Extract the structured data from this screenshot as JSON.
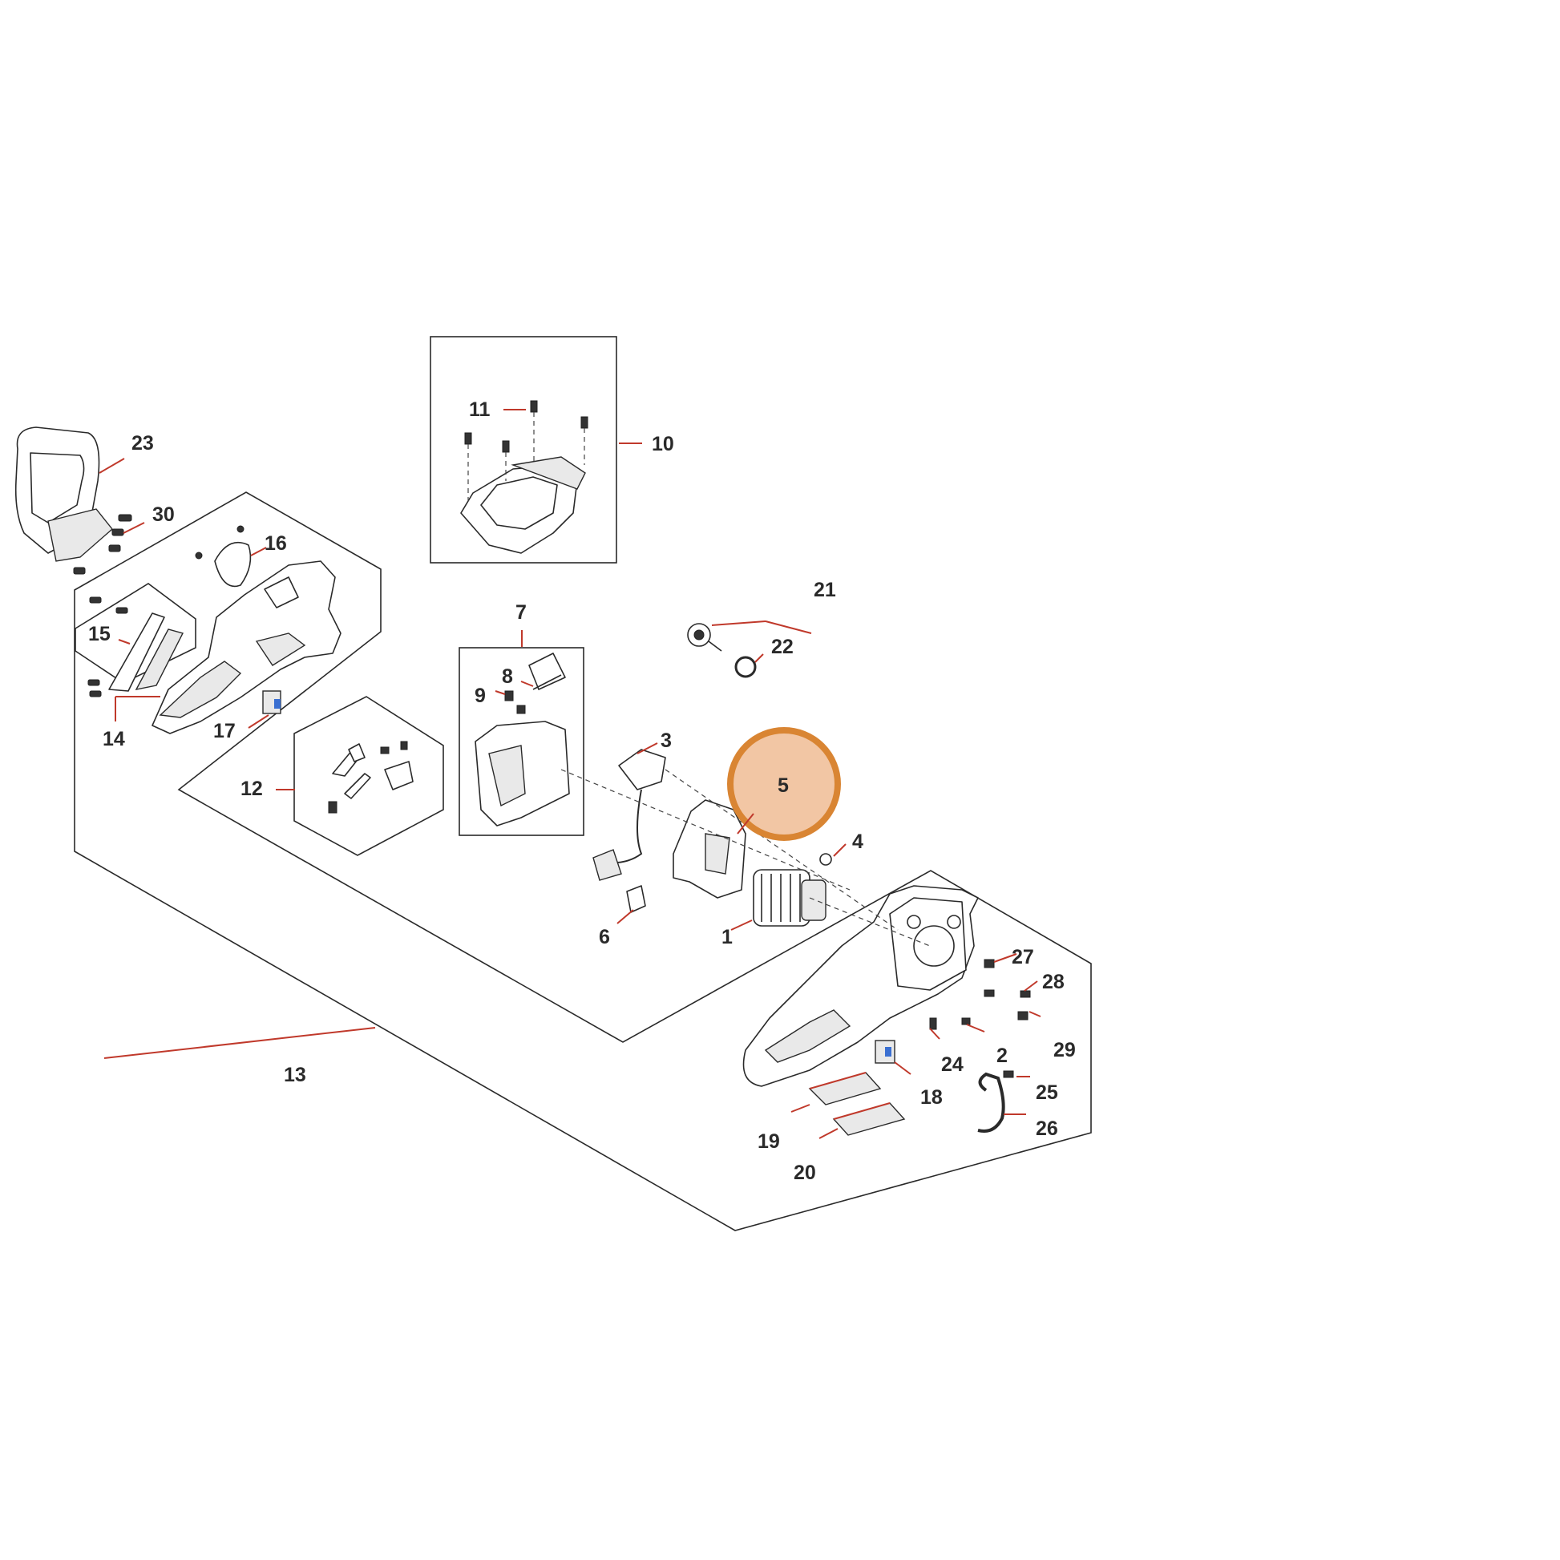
{
  "callouts": {
    "c1": "1",
    "c2": "2",
    "c3": "3",
    "c4": "4",
    "c5": "5",
    "c6": "6",
    "c7": "7",
    "c8": "8",
    "c9": "9",
    "c10": "10",
    "c11": "11",
    "c12": "12",
    "c13": "13",
    "c14": "14",
    "c15": "15",
    "c16": "16",
    "c17": "17",
    "c18": "18",
    "c19": "19",
    "c20": "20",
    "c21": "21",
    "c22": "22",
    "c23": "23",
    "c24": "24",
    "c25": "25",
    "c26": "26",
    "c27": "27",
    "c28": "28",
    "c29": "29",
    "c30": "30"
  },
  "highlight": {
    "callout": "5",
    "fill_color": "#f2c6a4",
    "ring_color": "#d98533"
  },
  "colors": {
    "leader": "#c0392b",
    "line": "#2a2a2a"
  }
}
